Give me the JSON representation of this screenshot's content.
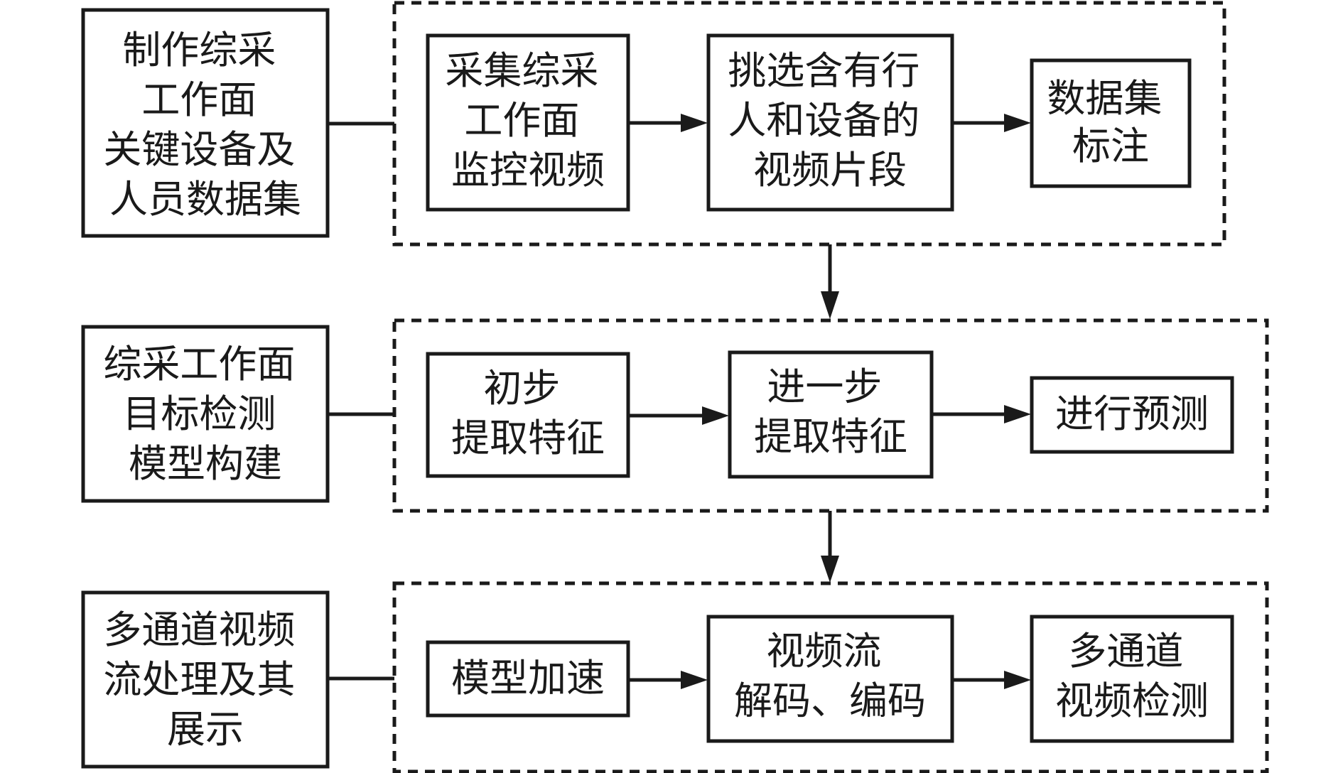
{
  "rows": [
    {
      "side": {
        "lines": [
          "制作综采",
          "工作面",
          "关键设备及",
          "人员数据集"
        ]
      },
      "steps": [
        {
          "lines": [
            "采集综采",
            "工作面",
            "监控视频"
          ]
        },
        {
          "lines": [
            "挑选含有行",
            "人和设备的",
            "视频片段"
          ]
        },
        {
          "lines": [
            "数据集",
            "标注"
          ]
        }
      ]
    },
    {
      "side": {
        "lines": [
          "综采工作面",
          "目标检测",
          "模型构建"
        ]
      },
      "steps": [
        {
          "lines": [
            "初步",
            "提取特征"
          ]
        },
        {
          "lines": [
            "进一步",
            "提取特征"
          ]
        },
        {
          "lines": [
            "进行预测"
          ]
        }
      ]
    },
    {
      "side": {
        "lines": [
          "多通道视频",
          "流处理及其",
          "展示"
        ]
      },
      "steps": [
        {
          "lines": [
            "模型加速"
          ]
        },
        {
          "lines": [
            "视频流",
            "解码、编码"
          ]
        },
        {
          "lines": [
            "多通道",
            "视频检测"
          ]
        }
      ]
    }
  ],
  "colors": {
    "stroke": "#1a1a1a",
    "background": "#ffffff"
  }
}
